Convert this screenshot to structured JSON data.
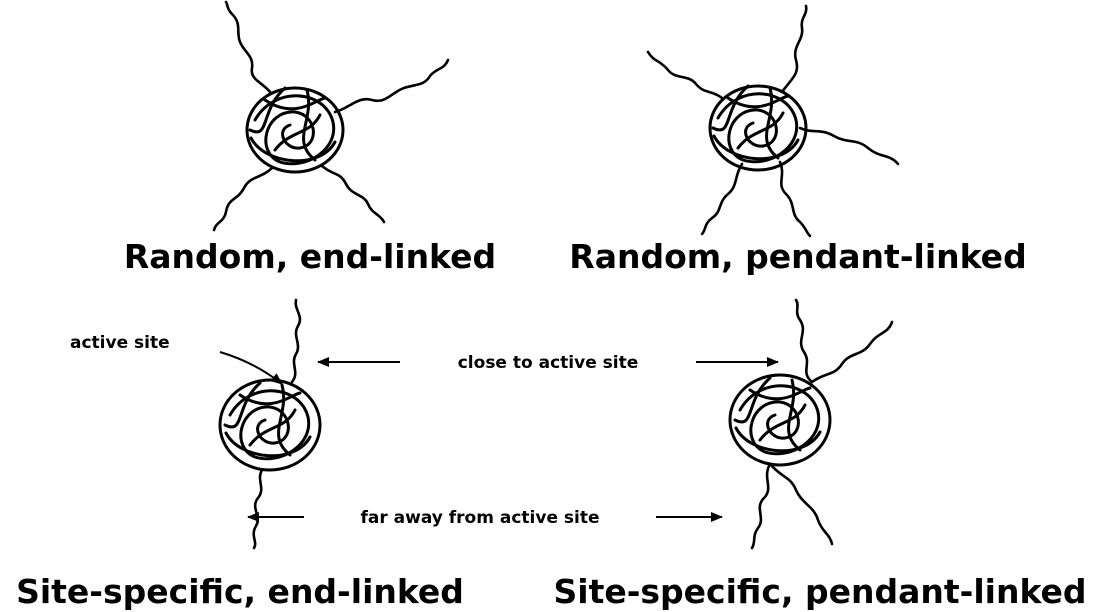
{
  "diagram": {
    "panels": [
      {
        "caption": "Random, end-linked",
        "chains": [
          "top-left",
          "top-right",
          "bottom-left",
          "bottom-right"
        ]
      },
      {
        "caption": "Random, pendant-linked",
        "chains": [
          "top-left",
          "top-right",
          "right",
          "bottom-left",
          "bottom-right"
        ]
      },
      {
        "caption": "Site-specific, end-linked",
        "chains": [
          "top",
          "bottom"
        ]
      },
      {
        "caption": "Site-specific, pendant-linked",
        "chains": [
          "top",
          "bottom"
        ]
      }
    ],
    "annotations": {
      "active_site": "active site",
      "close_to_active_site": "close to active site",
      "far_from_active_site": "far away from active site"
    }
  }
}
